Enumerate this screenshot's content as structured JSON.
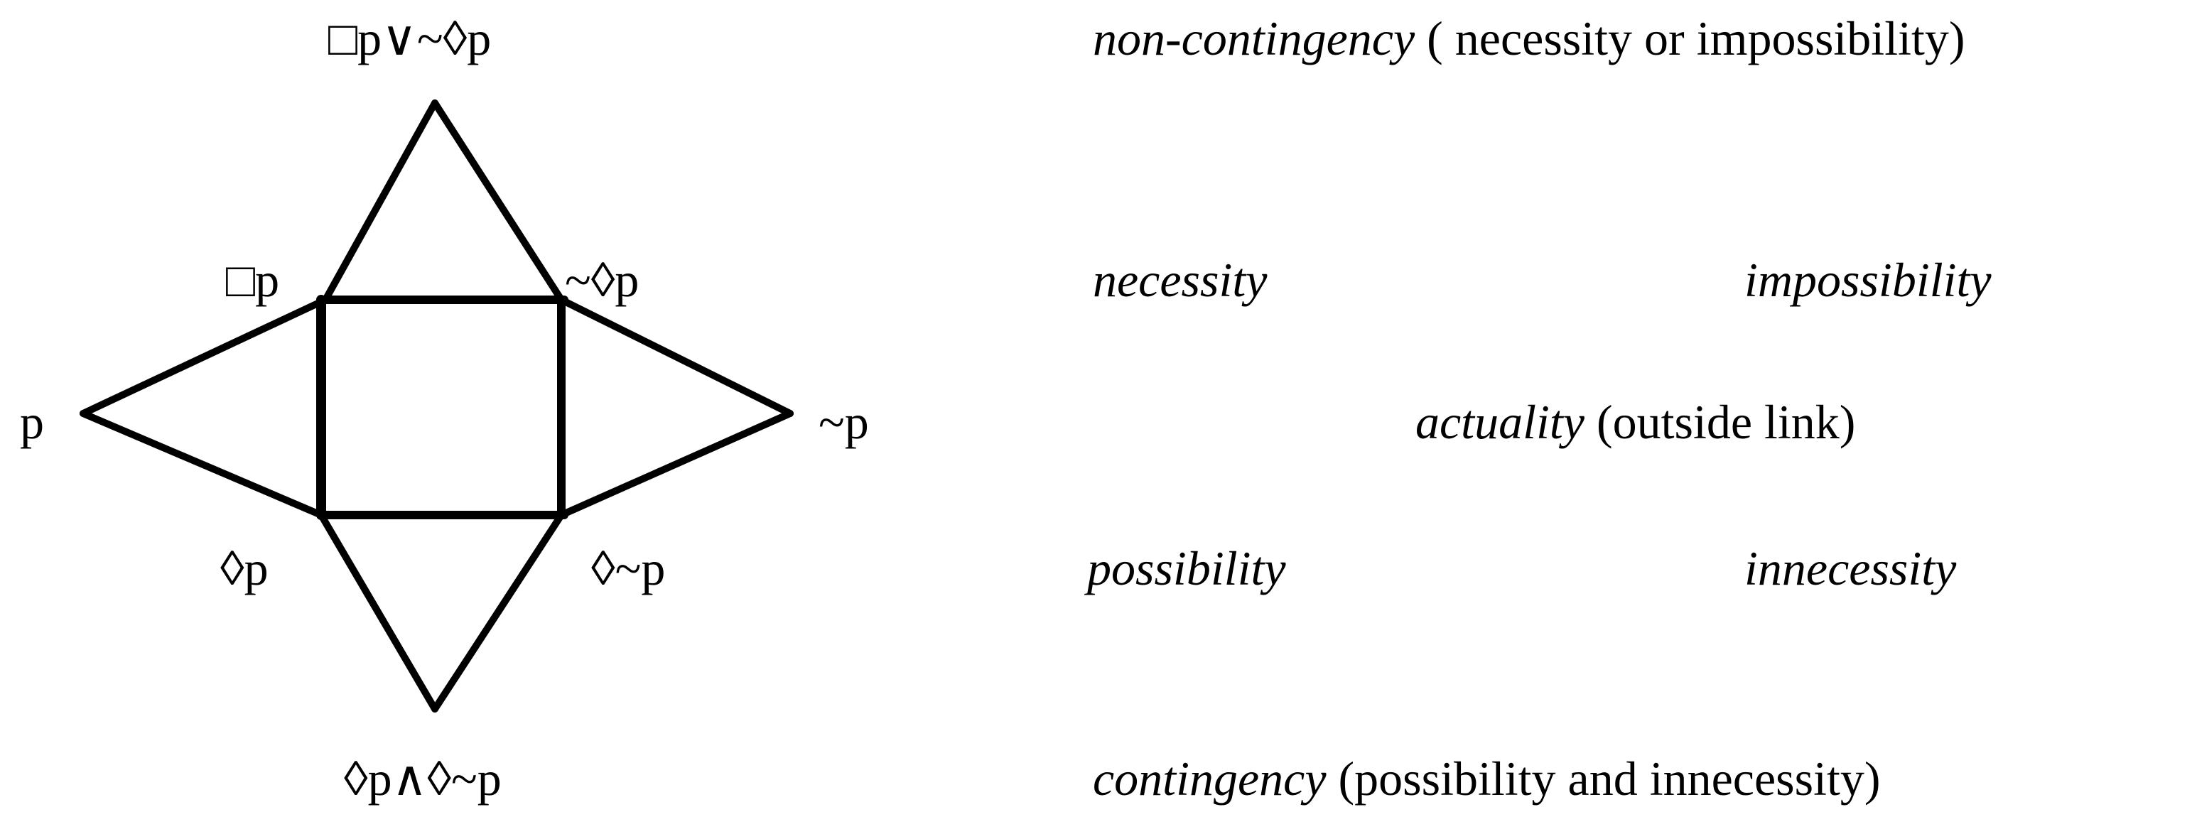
{
  "diagram": {
    "nodes": {
      "top": "□p∨~◊p",
      "necessity": "□p",
      "impossibility": "~◊p",
      "p": "p",
      "not_p": "~p",
      "possibility": "◊p",
      "innecessity": "◊~p",
      "bottom": "◊p∧◊~p"
    },
    "colors": {
      "line": "#000000",
      "background": "#ffffff"
    }
  },
  "legend": {
    "non_contingency": {
      "term": "non-contingency",
      "gloss": "( necessity or impossibility)"
    },
    "necessity": "necessity",
    "impossibility": "impossibility",
    "actuality": {
      "term": "actuality",
      "gloss": "(outside link)"
    },
    "possibility": "possibility",
    "innecessity": "innecessity",
    "contingency": {
      "term": "contingency",
      "gloss": "(possibility and innecessity)"
    }
  }
}
